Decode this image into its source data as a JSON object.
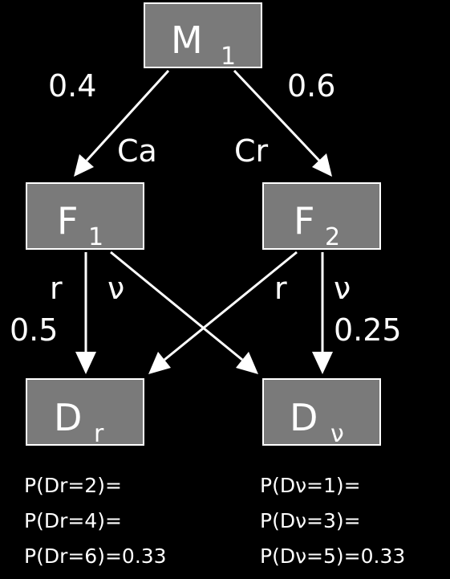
{
  "colors": {
    "background": "#000000",
    "node_fill": "#7a7a7a",
    "node_border": "#ffffff",
    "text": "#ffffff",
    "edge": "#ffffff"
  },
  "nodes": {
    "m1": {
      "main": "M",
      "sub": "1"
    },
    "f1": {
      "main": "F",
      "sub": "1"
    },
    "f2": {
      "main": "F",
      "sub": "2"
    },
    "dr": {
      "main": "D",
      "sub": "r"
    },
    "dv": {
      "main": "D",
      "sub": "ν"
    }
  },
  "edge_labels": {
    "m1_f1_prob": "0.4",
    "m1_f2_prob": "0.6",
    "m1_f1_name": "Ca",
    "m1_f2_name": "Cr",
    "f1_dr_name": "r",
    "f1_dv_name": "ν",
    "f2_dr_name": "r",
    "f2_dv_name": "ν",
    "f1_dr_prob": "0.5",
    "f2_dv_prob": "0.25"
  },
  "probabilities": {
    "dr": [
      "P(Dr=2)=",
      "P(Dr=4)=",
      "P(Dr=6)=0.33"
    ],
    "dv": [
      "P(Dν=1)=",
      "P(Dν=3)=",
      "P(Dν=5)=0.33"
    ]
  }
}
